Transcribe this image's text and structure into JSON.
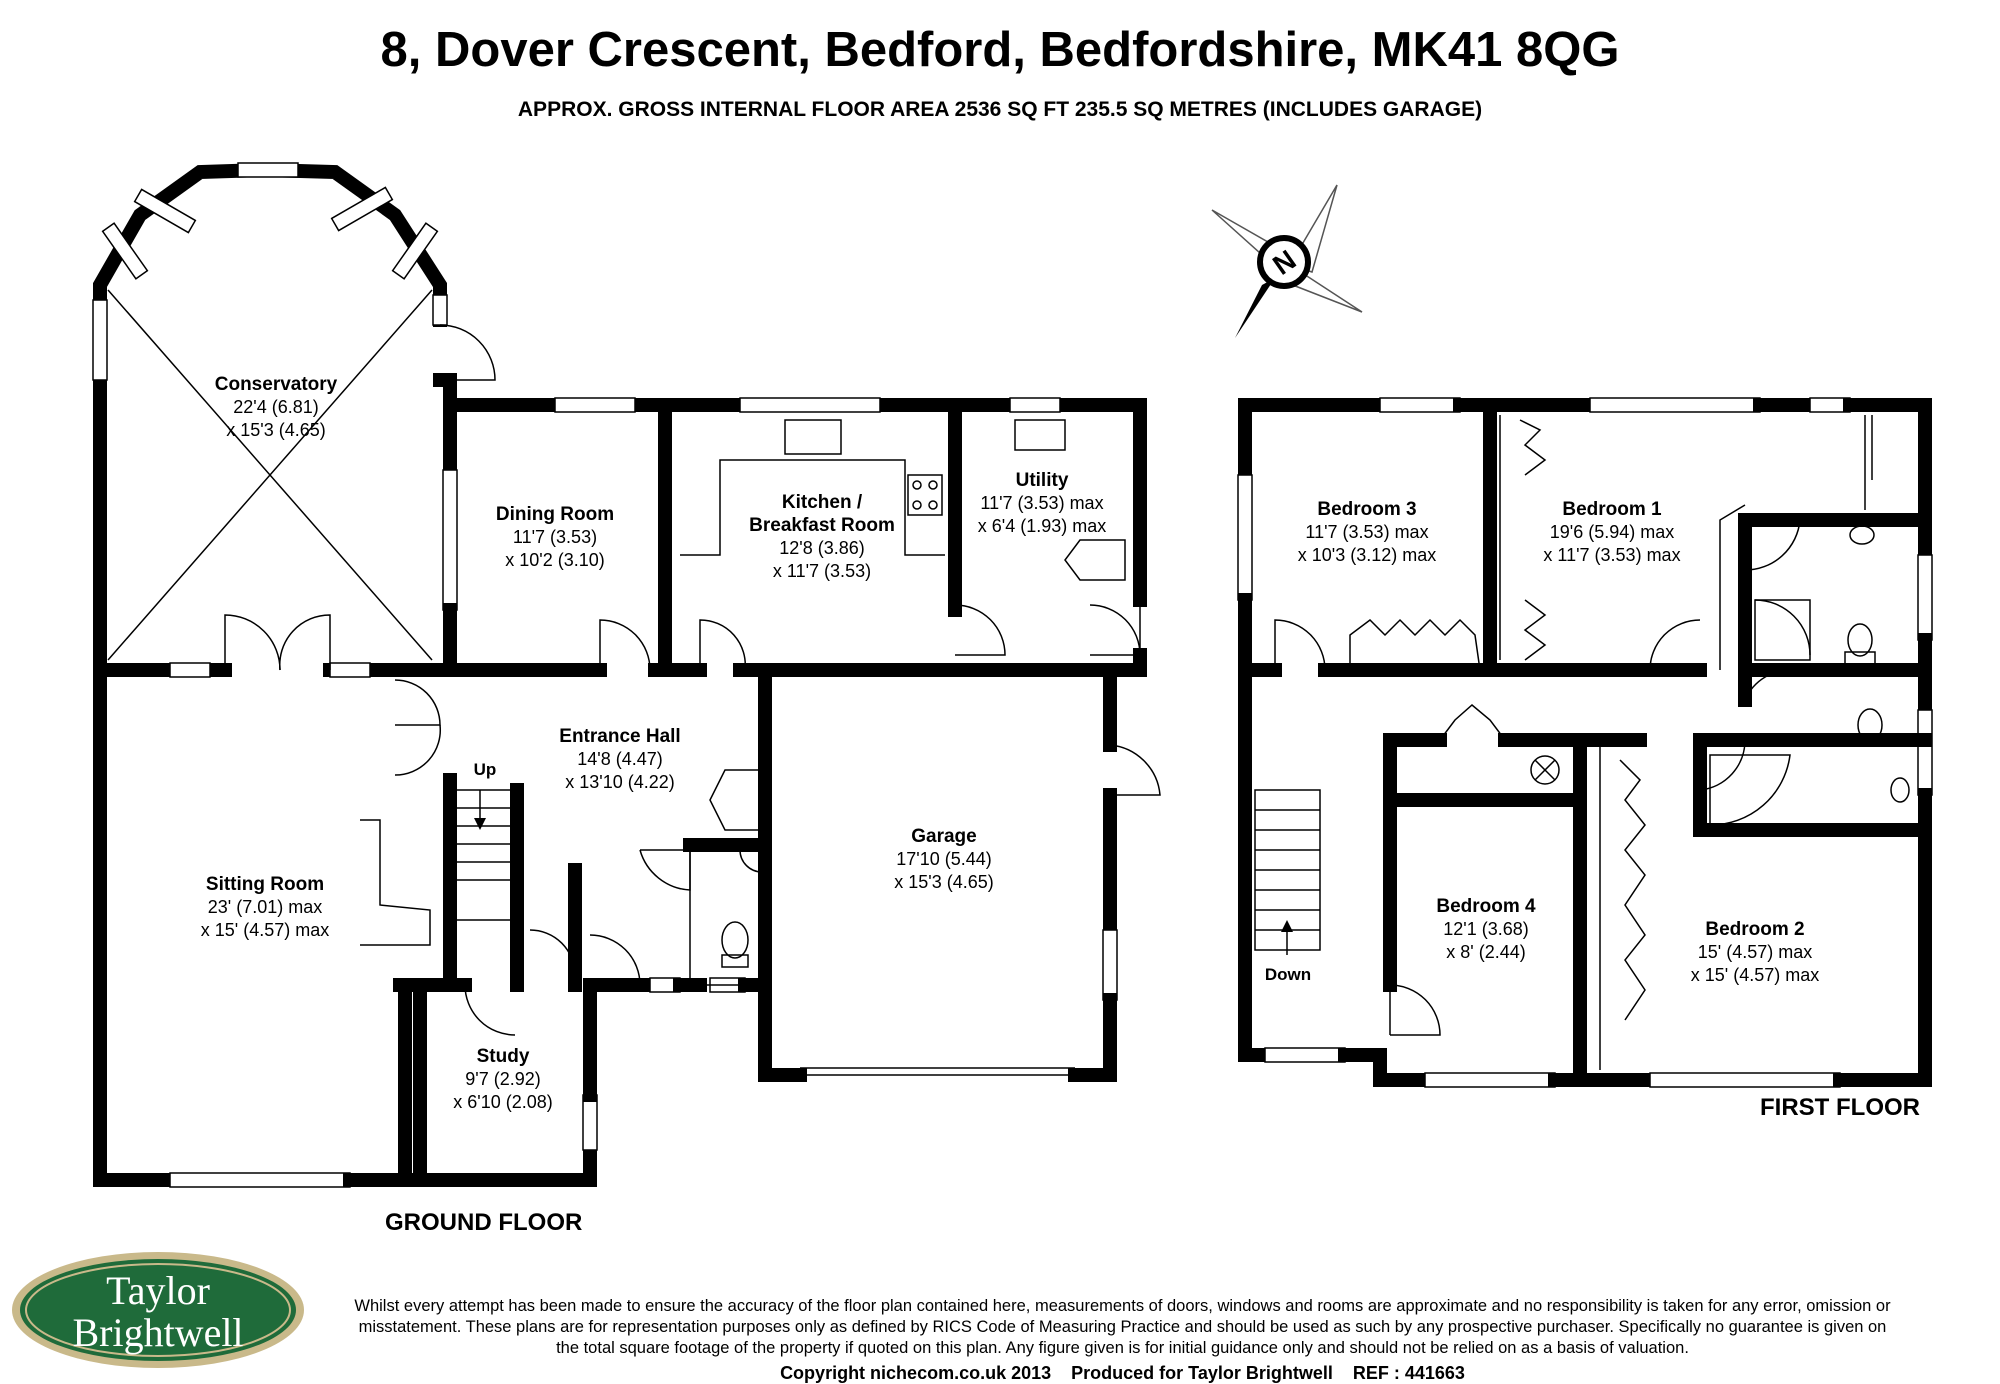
{
  "header": {
    "title": "8, Dover Crescent, Bedford, Bedfordshire, MK41 8QG",
    "subtitle": "APPROX. GROSS INTERNAL FLOOR AREA 2536 SQ FT 235.5 SQ METRES (INCLUDES GARAGE)"
  },
  "compass": {
    "label": "N"
  },
  "ground_floor": {
    "label": "GROUND FLOOR",
    "stairs_label": "Up",
    "rooms": [
      {
        "name": "Conservatory",
        "line1": "22'4 (6.81)",
        "line2": "x 15'3 (4.65)"
      },
      {
        "name": "Dining Room",
        "line1": "11'7 (3.53)",
        "line2": "x 10'2 (3.10)"
      },
      {
        "name": "Kitchen /",
        "name2": "Breakfast Room",
        "line1": "12'8 (3.86)",
        "line2": "x 11'7 (3.53)"
      },
      {
        "name": "Utility",
        "line1": "11'7 (3.53) max",
        "line2": "x 6'4 (1.93) max"
      },
      {
        "name": "Entrance Hall",
        "line1": "14'8 (4.47)",
        "line2": "x 13'10 (4.22)"
      },
      {
        "name": "Garage",
        "line1": "17'10 (5.44)",
        "line2": "x 15'3 (4.65)"
      },
      {
        "name": "Sitting Room",
        "line1": "23' (7.01) max",
        "line2": "x 15' (4.57) max"
      },
      {
        "name": "Study",
        "line1": "9'7 (2.92)",
        "line2": "x 6'10 (2.08)"
      }
    ]
  },
  "first_floor": {
    "label": "FIRST FLOOR",
    "stairs_label": "Down",
    "rooms": [
      {
        "name": "Bedroom 3",
        "line1": "11'7 (3.53) max",
        "line2": "x 10'3 (3.12) max"
      },
      {
        "name": "Bedroom 1",
        "line1": "19'6 (5.94) max",
        "line2": "x 11'7 (3.53) max"
      },
      {
        "name": "Bedroom 4",
        "line1": "12'1 (3.68)",
        "line2": "x 8' (2.44)"
      },
      {
        "name": "Bedroom 2",
        "line1": "15' (4.57) max",
        "line2": "x 15' (4.57) max"
      }
    ]
  },
  "logo": {
    "line1": "Taylor",
    "line2": "Brightwell",
    "color": "#1f6b3a",
    "border": "#c9b98a"
  },
  "footer": {
    "disclaimer": "Whilst every attempt has been made to ensure the accuracy of the floor plan contained here, measurements of doors, windows and rooms are approximate and no responsibility is taken for any error, omission or misstatement. These plans are for representation purposes only as defined by RICS Code of Measuring Practice and should be used as such by any prospective purchaser. Specifically no guarantee is given on the total square footage of the property if quoted on this plan. Any figure given is for initial guidance only and should not be relied on as a basis of valuation.",
    "copyright": "Copyright nichecom.co.uk 2013",
    "produced_for": "Produced for Taylor Brightwell",
    "ref": "REF : 441663"
  }
}
